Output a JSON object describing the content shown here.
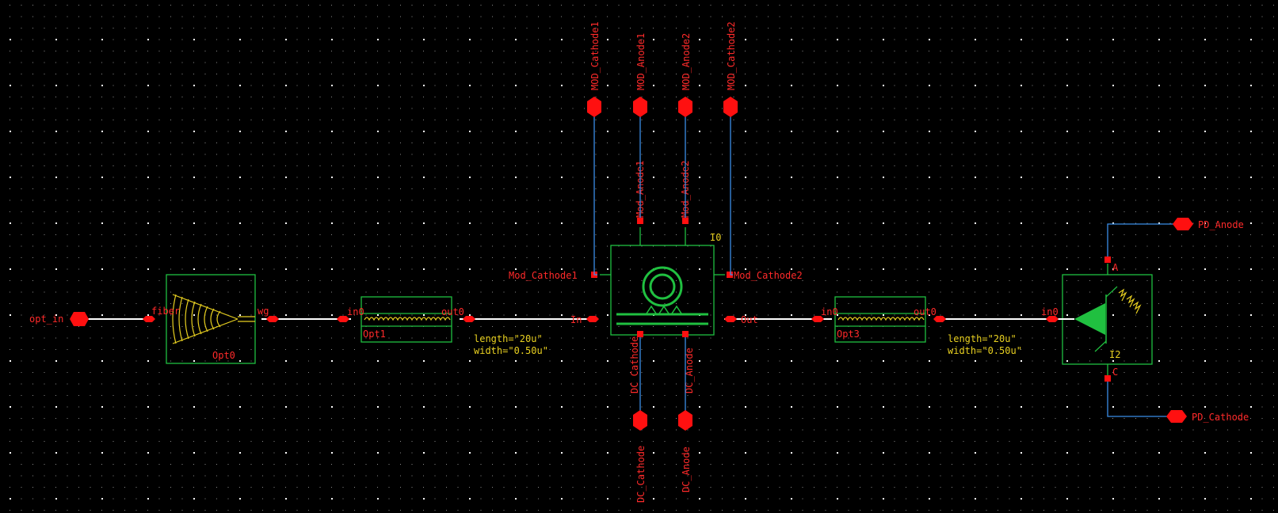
{
  "colors": {
    "background": "#000000",
    "wire_electrical": "#3a8ee8",
    "wire_optical": "#ffffff",
    "component_outline": "#20c040",
    "pin_label": "#ff2a2a",
    "instance_label": "#e8d020"
  },
  "pins": {
    "opt_in": "opt_in",
    "mod_cathode1_top": "MOD_Cathode1",
    "mod_anode1_top": "MOD_Anode1",
    "mod_anode2_top": "MOD_Anode2",
    "mod_cathode2_top": "MOD_Cathode2",
    "dc_cathode_bottom": "DC_Cathode",
    "dc_anode_bottom": "DC_Anode",
    "pd_anode": "PD_Anode",
    "pd_cathode": "PD_Cathode"
  },
  "grating_coupler": {
    "name": "Opt0",
    "port_fiber": "fiber",
    "port_wg": "wg"
  },
  "waveguide1": {
    "name": "Opt1",
    "port_in": "in0",
    "port_out": "out0",
    "param_length": "length=\"20u\"",
    "param_width": "width=\"0.50u\""
  },
  "ring_modulator": {
    "name": "I0",
    "port_in": "In",
    "port_out": "Out",
    "pin_mod_cathode1": "Mod_Cathode1",
    "pin_mod_cathode2": "Mod_Cathode2",
    "pin_mod_anode1": "Mod_Anode1",
    "pin_mod_anode2": "Mod_Anode2",
    "pin_dc_cathode": "DC_Cathode",
    "pin_dc_anode": "DC_Anode"
  },
  "waveguide2": {
    "name": "Opt3",
    "port_in": "in0",
    "port_out": "out0",
    "param_length": "length=\"20u\"",
    "param_width": "width=\"0.50u\""
  },
  "photodetector": {
    "name": "I2",
    "port_in": "in0",
    "pin_a": "A",
    "pin_c": "C"
  }
}
